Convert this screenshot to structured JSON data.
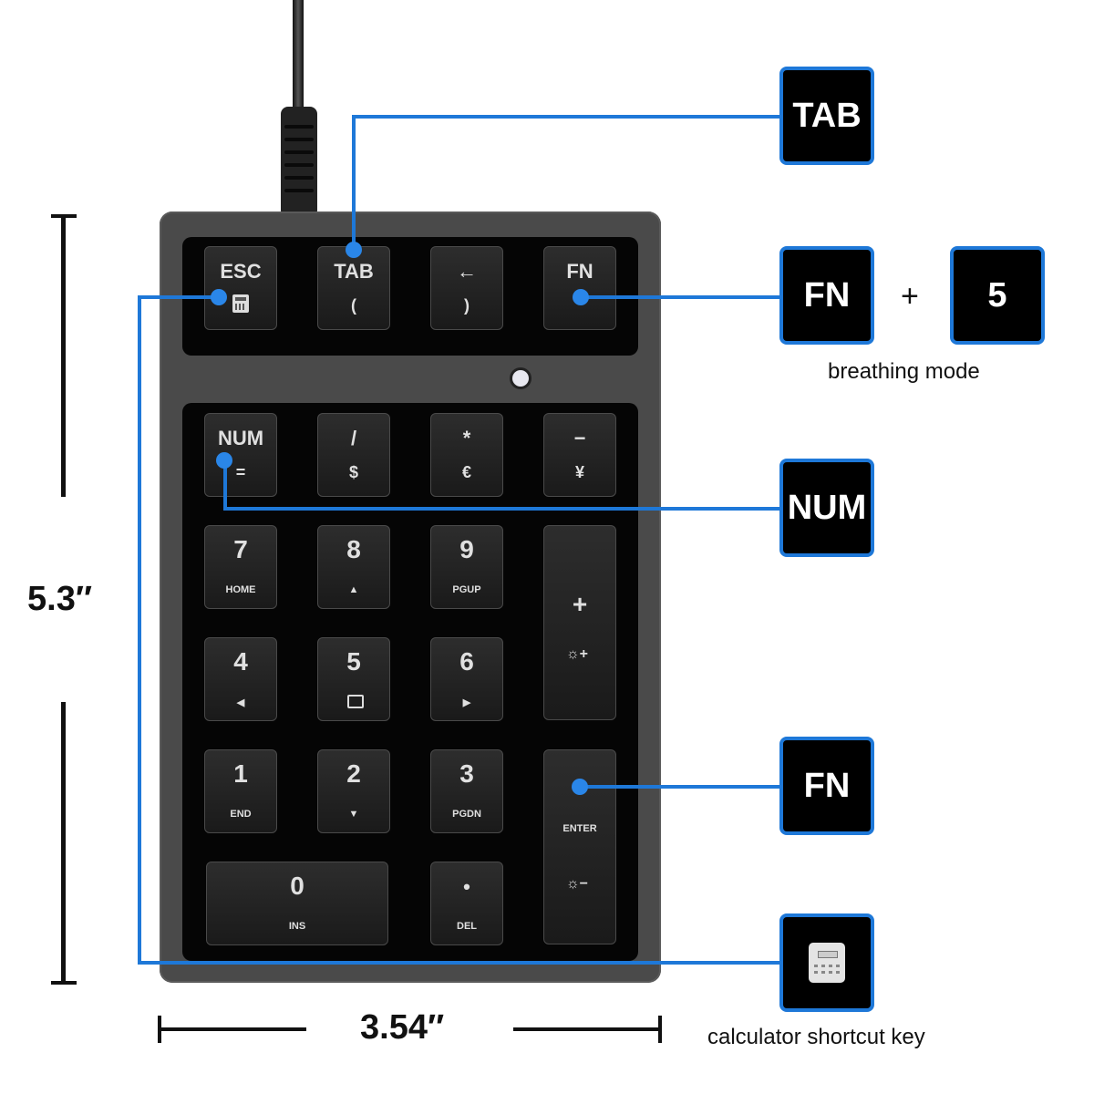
{
  "keypad": {
    "row1": [
      {
        "main": "ESC",
        "sub": "calculator-icon"
      },
      {
        "main": "TAB",
        "sub": "("
      },
      {
        "main": "←",
        "sub": ")"
      },
      {
        "main": "FN",
        "sub": ""
      }
    ],
    "row2": [
      {
        "main": "NUM",
        "sub": "="
      },
      {
        "main": "/",
        "sub": "$"
      },
      {
        "main": "*",
        "sub": "€"
      },
      {
        "main": "−",
        "sub": "¥"
      }
    ],
    "row3": [
      {
        "main": "7",
        "sub": "HOME"
      },
      {
        "main": "8",
        "sub": "▲"
      },
      {
        "main": "9",
        "sub": "PGUP"
      }
    ],
    "row4": [
      {
        "main": "4",
        "sub": "◀"
      },
      {
        "main": "5",
        "sub": "mode-icon"
      },
      {
        "main": "6",
        "sub": "▶"
      }
    ],
    "row5": [
      {
        "main": "1",
        "sub": "END"
      },
      {
        "main": "2",
        "sub": "▼"
      },
      {
        "main": "3",
        "sub": "PGDN"
      }
    ],
    "row6": [
      {
        "main": "0",
        "sub": "INS"
      },
      {
        "main": "•",
        "sub": "DEL"
      }
    ],
    "plus_key": {
      "main": "+",
      "sub": "brightness-up-icon",
      "sub_suffix": "+"
    },
    "enter_key": {
      "main": "ENTER",
      "sub": "brightness-down-icon",
      "sub_suffix": "−"
    }
  },
  "callouts": {
    "tab": {
      "label": "TAB"
    },
    "fn_combo": {
      "key1": "FN",
      "plus": "+",
      "key2": "5",
      "caption": "breathing mode"
    },
    "num": {
      "label": "NUM"
    },
    "fn": {
      "label": "FN"
    },
    "calculator": {
      "icon": "calculator-icon",
      "caption": "calculator shortcut key"
    }
  },
  "dimensions": {
    "height": "5.3″",
    "width": "3.54″"
  },
  "colors": {
    "accent": "#1e78d8",
    "body": "#4a4a4a",
    "key": "#1f1f1f"
  }
}
